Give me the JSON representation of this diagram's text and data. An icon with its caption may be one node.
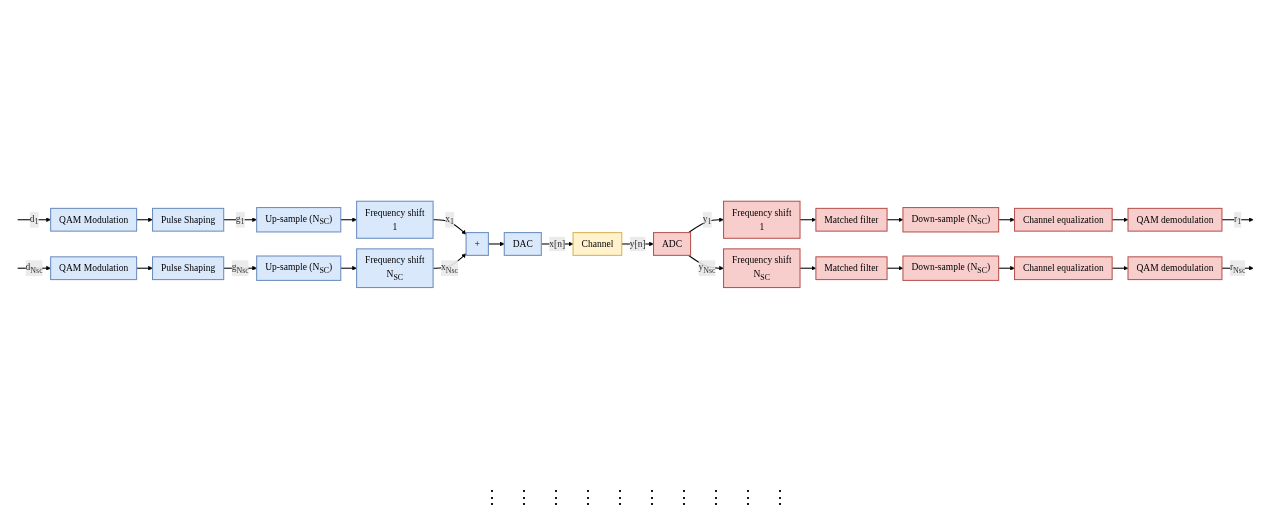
{
  "diagram": {
    "nodes": [
      {
        "text": [
          "QAM Modulation"
        ]
      },
      {
        "text": [
          "Pulse Shaping"
        ]
      },
      {
        "text": [
          "Up-sample (N$_{SC}$)"
        ]
      },
      {
        "text": [
          "Frequency shift",
          "1"
        ]
      },
      {
        "text": [
          "+"
        ]
      },
      {
        "text": [
          "DAC"
        ]
      },
      {
        "text": [
          "QAM Modulation"
        ]
      },
      {
        "text": [
          "Pulse Shaping"
        ]
      },
      {
        "text": [
          "Up-sample (N$_{SC}$)"
        ]
      },
      {
        "text": [
          "Frequency shift",
          "N$_{SC}$"
        ]
      },
      {
        "text": [
          "Channel"
        ]
      },
      {
        "text": [
          "ADC"
        ]
      },
      {
        "text": [
          "Frequency shift",
          "1"
        ]
      },
      {
        "text": [
          "Matched filter"
        ]
      },
      {
        "text": [
          "Down-sample (N$_{SC}$)"
        ]
      },
      {
        "text": [
          "Channel equalization"
        ]
      },
      {
        "text": [
          "QAM demodulation"
        ]
      },
      {
        "text": [
          "Frequency shift",
          "N$_{SC}$"
        ]
      },
      {
        "text": [
          "Matched filter"
        ]
      },
      {
        "text": [
          "Down-sample (N$_{SC}$)"
        ]
      },
      {
        "text": [
          "Channel equalization"
        ]
      },
      {
        "text": [
          "QAM demodulation"
        ]
      }
    ],
    "edges": [
      {
        "from": null,
        "to": 0,
        "arrow": "to",
        "label": "d$_{1}$"
      },
      {
        "from": 0,
        "to": 1,
        "arrow": "to"
      },
      {
        "from": 1,
        "to": 2,
        "arrow": "to",
        "label": "g$_{1}$"
      },
      {
        "from": 2,
        "to": 3,
        "arrow": "to"
      },
      {
        "from": 3,
        "to": 4,
        "arrow": "to",
        "label": "x$_{1}$"
      },
      {
        "from": 4,
        "to": 5,
        "arrow": "to"
      },
      {
        "from": null,
        "to": 6,
        "arrow": "to",
        "label": "d$_{Nsc}$"
      },
      {
        "from": 6,
        "to": 7,
        "arrow": "to"
      },
      {
        "from": 7,
        "to": 8,
        "arrow": "to",
        "label": "g$_{Nsc}$"
      },
      {
        "from": 8,
        "to": 9,
        "arrow": "to"
      },
      {
        "from": 9,
        "to": 4,
        "arrow": "to",
        "label": "x$_{Nsc}$"
      },
      {
        "from": 5,
        "to": 10,
        "arrow": "to",
        "label": "x[n]"
      },
      {
        "from": 10,
        "to": 11,
        "arrow": "to",
        "label": "y[n]"
      },
      {
        "from": 11,
        "to": 12,
        "arrow": "to",
        "label": "y$_{1}$"
      },
      {
        "from": 12,
        "to": 13,
        "arrow": "to"
      },
      {
        "from": 13,
        "to": 14,
        "arrow": "to"
      },
      {
        "from": 14,
        "to": 15,
        "arrow": "to"
      },
      {
        "from": 15,
        "to": 16,
        "arrow": "to"
      },
      {
        "from": 16,
        "to": null,
        "arrow": "to",
        "label": "r$_{1}$"
      },
      {
        "from": 11,
        "to": 17,
        "arrow": "to",
        "label": "y$_{Nsc}$"
      },
      {
        "from": 17,
        "to": 18,
        "arrow": "to"
      },
      {
        "from": 18,
        "to": 19,
        "arrow": "to"
      },
      {
        "from": 19,
        "to": 20,
        "arrow": "to"
      },
      {
        "from": 20,
        "to": 21,
        "arrow": "to"
      },
      {
        "from": 21,
        "to": null,
        "arrow": "to",
        "label": "r$_{Nsc}$"
      }
    ],
    "labels": [
      "⋮",
      "⋮",
      "⋮",
      "⋮",
      "⋮",
      "⋮",
      "⋮",
      "⋮",
      "⋮",
      "⋮"
    ]
  }
}
